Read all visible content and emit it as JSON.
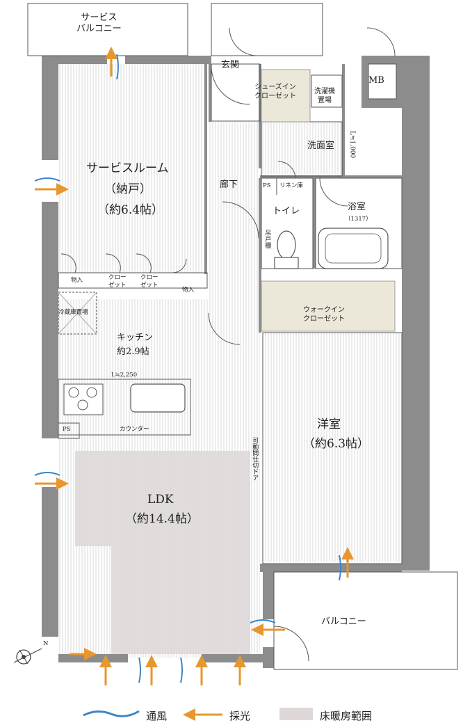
{
  "rooms": {
    "service_balcony": "サービス\nバルコニー",
    "genkan": "玄関",
    "mb": "MB",
    "shoes_closet": "シューズイン\nクローゼット",
    "laundry_space": "洗濯機\n置場",
    "washroom": "洗面室",
    "washroom_dim": "L≒1,000",
    "service_room_name": "サービスルーム",
    "service_room_type": "（納戸）",
    "service_room_size": "（約6.4帖）",
    "corridor": "廊下",
    "ps_upper": "PS",
    "linen": "リネン庫",
    "toilet": "トイレ",
    "hanging_shelf": "吊戸棚",
    "bathroom": "浴室",
    "bathroom_size": "（1317）",
    "storage_left": "物入",
    "closet_a": "クロー\nゼット",
    "closet_b": "クロー\nゼット",
    "storage_right": "物入",
    "walk_in_closet": "ウォークイン\nクローゼット",
    "fridge_space": "冷蔵庫置場",
    "kitchen_name": "キッチン",
    "kitchen_size": "約2.9帖",
    "counter_dim": "L≒2,250",
    "ps_lower": "PS",
    "counter": "カウンター",
    "western_name": "洋室",
    "western_size": "（約6.3帖）",
    "movable_door": "可動間仕切ドア",
    "ldk_name": "LDK",
    "ldk_size": "（約14.4帖）",
    "balcony": "バルコニー"
  },
  "compass": {
    "north_label": "N"
  },
  "legend": {
    "ventilation": "通風",
    "daylight": "採光",
    "floor_heating": "床暖房範囲"
  },
  "colors": {
    "wall": "#8c8c8c",
    "floor_heating": "#ddd7d7",
    "closet_fill": "#ece8d9",
    "arrow_light": "#e8962e",
    "arrow_wind": "#3a86c8"
  }
}
